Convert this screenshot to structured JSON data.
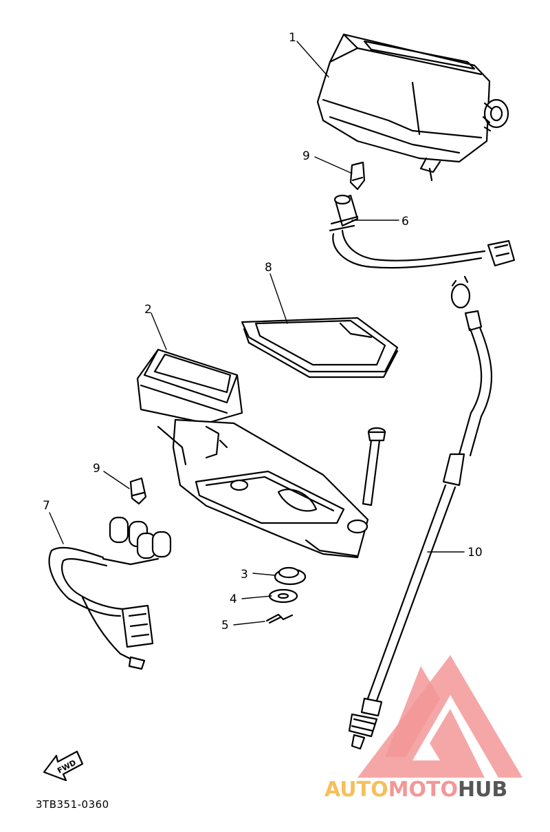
{
  "diagram": {
    "part_code": "3TB351-0360",
    "fwd_label": "FWD",
    "callouts": [
      {
        "id": "1",
        "label": "1"
      },
      {
        "id": "2",
        "label": "2"
      },
      {
        "id": "3",
        "label": "3"
      },
      {
        "id": "4",
        "label": "4"
      },
      {
        "id": "5",
        "label": "5"
      },
      {
        "id": "6",
        "label": "6"
      },
      {
        "id": "7",
        "label": "7"
      },
      {
        "id": "8",
        "label": "8"
      },
      {
        "id": "9a",
        "label": "9"
      },
      {
        "id": "9b",
        "label": "9"
      },
      {
        "id": "10",
        "label": "10"
      }
    ]
  },
  "watermark": {
    "part1": "AUTO",
    "part2": "MOTO",
    "part3": "HUB",
    "color1": "#f6b94a",
    "color2": "#f28c8c",
    "color3": "#444444"
  }
}
